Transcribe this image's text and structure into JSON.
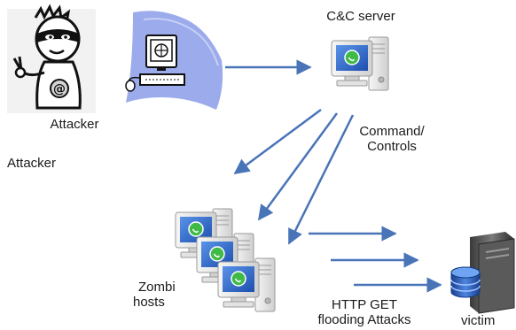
{
  "labels": {
    "attacker_caption": "Attacker",
    "attacker_side": "Attacker",
    "cc_server": "C&C server",
    "command_line1": "Command/",
    "command_line2": "Controls",
    "zombi_line1": "Zombi",
    "zombi_line2": "hosts",
    "http_line1": "HTTP GET",
    "http_line2": "flooding Attacks",
    "victim": "victim"
  },
  "colors": {
    "arrow": "#4a74b8",
    "banner": "#8a9ce8",
    "monitor_case": "#e8e8e8",
    "screen": "#2a63c6",
    "whatsapp_green": "#3fba47"
  },
  "icons": [
    "attacker-bandit-icon",
    "attacker-terminal-icon",
    "cc-server-computer-icon",
    "zombie-computer-icon",
    "victim-database-server-icon"
  ]
}
